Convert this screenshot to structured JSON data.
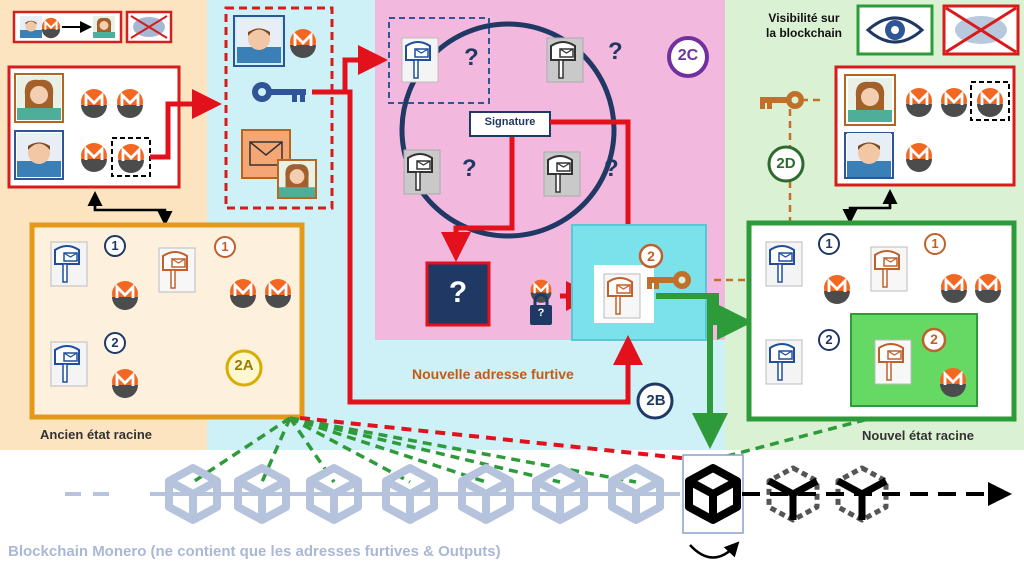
{
  "sections": {
    "old_root": {
      "badge": "2A",
      "label": "Ancien état racine"
    },
    "new_address": {
      "badge": "2B",
      "label": "Nouvelle adresse furtive"
    },
    "ring": {
      "badge": "2C",
      "signature": "Signature",
      "question_mark": "?"
    },
    "new_root": {
      "badge": "2D",
      "label": "Nouvel état racine"
    }
  },
  "visibility": {
    "title_line1": "Visibilité sur",
    "title_line2": "la blockchain"
  },
  "output_counters": {
    "one": "1",
    "two": "2"
  },
  "blockchain": {
    "label": "Blockchain Monero (ne contient que les adresses furtives & Outputs)"
  },
  "colors": {
    "old_root_bg": "#fbe4bf",
    "ring_bg": "#f2b8de",
    "new_root_bg": "#dbf1d3",
    "cyan_bg": "#cdf1f6",
    "red": "#e3111b",
    "green": "#2d9b3a",
    "orange": "#e59a17",
    "navy": "#1f3864",
    "monero_orange": "#f26822",
    "block_blue": "#b5c3dd"
  }
}
